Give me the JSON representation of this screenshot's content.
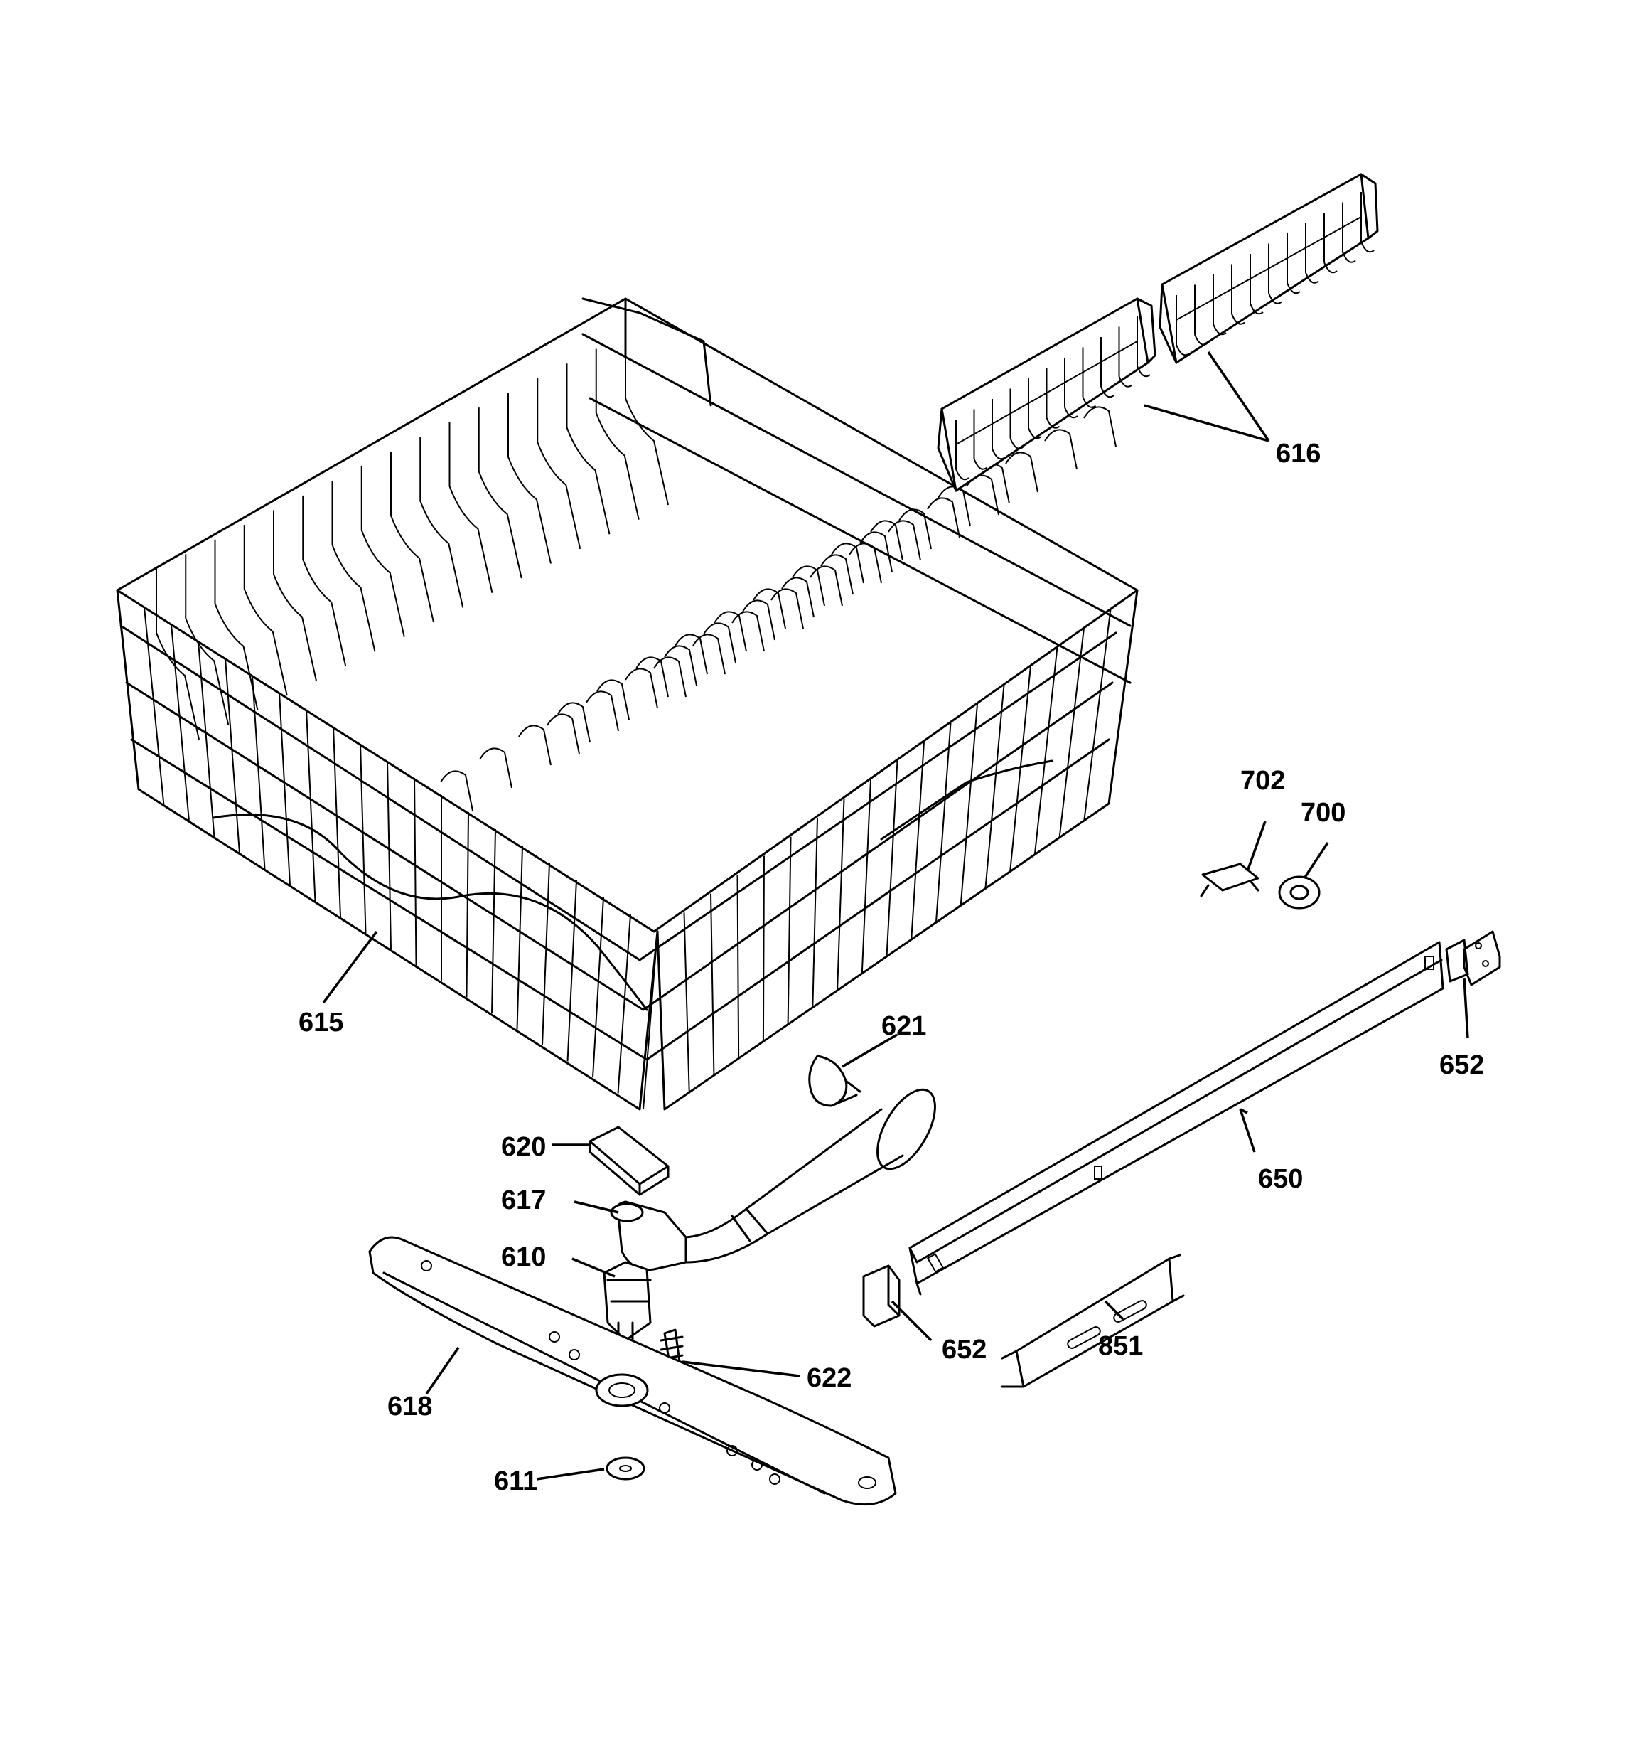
{
  "diagram": {
    "callouts": [
      {
        "id": "616",
        "label": "616"
      },
      {
        "id": "615",
        "label": "615"
      },
      {
        "id": "702",
        "label": "702"
      },
      {
        "id": "700",
        "label": "700"
      },
      {
        "id": "621",
        "label": "621"
      },
      {
        "id": "652a",
        "label": "652"
      },
      {
        "id": "620",
        "label": "620"
      },
      {
        "id": "650",
        "label": "650"
      },
      {
        "id": "617",
        "label": "617"
      },
      {
        "id": "610",
        "label": "610"
      },
      {
        "id": "652b",
        "label": "652"
      },
      {
        "id": "851",
        "label": "851"
      },
      {
        "id": "622",
        "label": "622"
      },
      {
        "id": "618",
        "label": "618"
      },
      {
        "id": "611",
        "label": "611"
      }
    ]
  }
}
